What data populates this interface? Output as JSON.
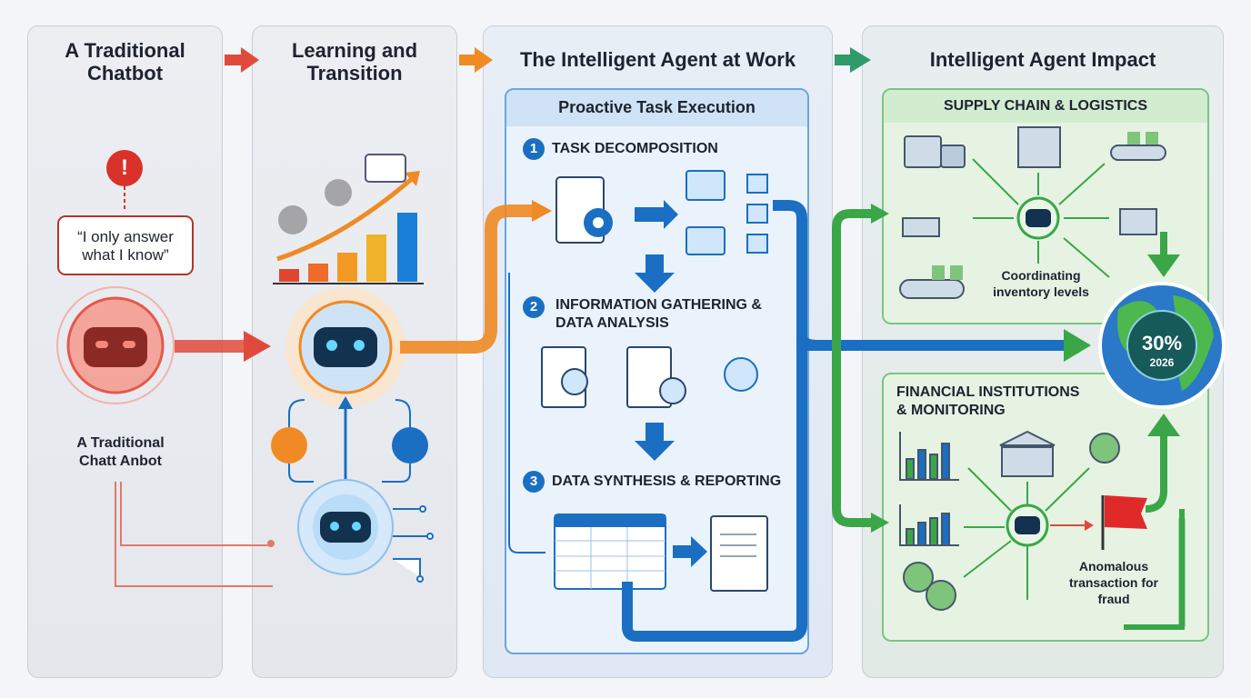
{
  "panels": [
    {
      "title": "A Traditional Chatbot"
    },
    {
      "title": "Learning and Transition"
    },
    {
      "title": "The Intelligent Agent at Work"
    },
    {
      "title": "Intelligent Agent Impact"
    }
  ],
  "chatbot": {
    "speech": "“I only answer what I know”",
    "alert": "!",
    "caption": "A Traditional Chatt Anbot"
  },
  "agent_work": {
    "box_title": "Proactive Task Execution",
    "steps": [
      {
        "num": "1",
        "label": "TASK DECOMPOSITION"
      },
      {
        "num": "2",
        "label": "INFORMATION GATHERING & DATA ANALYSIS"
      },
      {
        "num": "3",
        "label": "DATA SYNTHESIS & REPORTING"
      }
    ]
  },
  "impact": {
    "supply_chain": {
      "title": "SUPPLY CHAIN & LOGISTICS",
      "caption": "Coordinating inventory levels"
    },
    "financial": {
      "title": "FINANCIAL INSTITUTIONS & MONITORING",
      "caption": "Anomalous transaction for fraud"
    },
    "globe": {
      "value": "30%",
      "year": "2026"
    }
  },
  "colors": {
    "red": "#e04a3c",
    "orange": "#f08a24",
    "blue": "#1a6fc2",
    "green": "#3aa648"
  }
}
